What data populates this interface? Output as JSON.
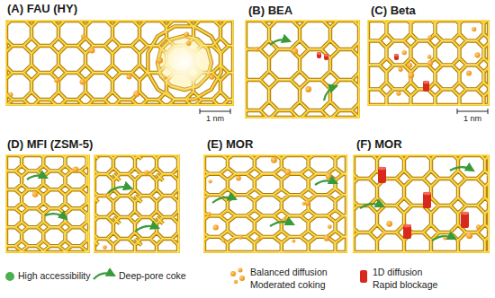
{
  "diagram": {
    "labels": [
      "(A) FAU (HY)",
      "1 nm",
      "(B) BEA",
      "(C) Beta",
      "1 nm",
      "(D) MFI (ZSM-5)",
      "(E) MOR",
      "(F) MOR"
    ],
    "legend": [
      {
        "text": "High accessibility",
        "color": "#4caf50"
      },
      {
        "text": "Deep-pore coke"
      },
      {
        "text": "Balanced diffusion"
      },
      {
        "text": "Moderated coking"
      },
      {
        "text": "1D diffusion",
        "color": "#d9281c"
      },
      {
        "text": "Rapid blockage"
      }
    ]
  }
}
